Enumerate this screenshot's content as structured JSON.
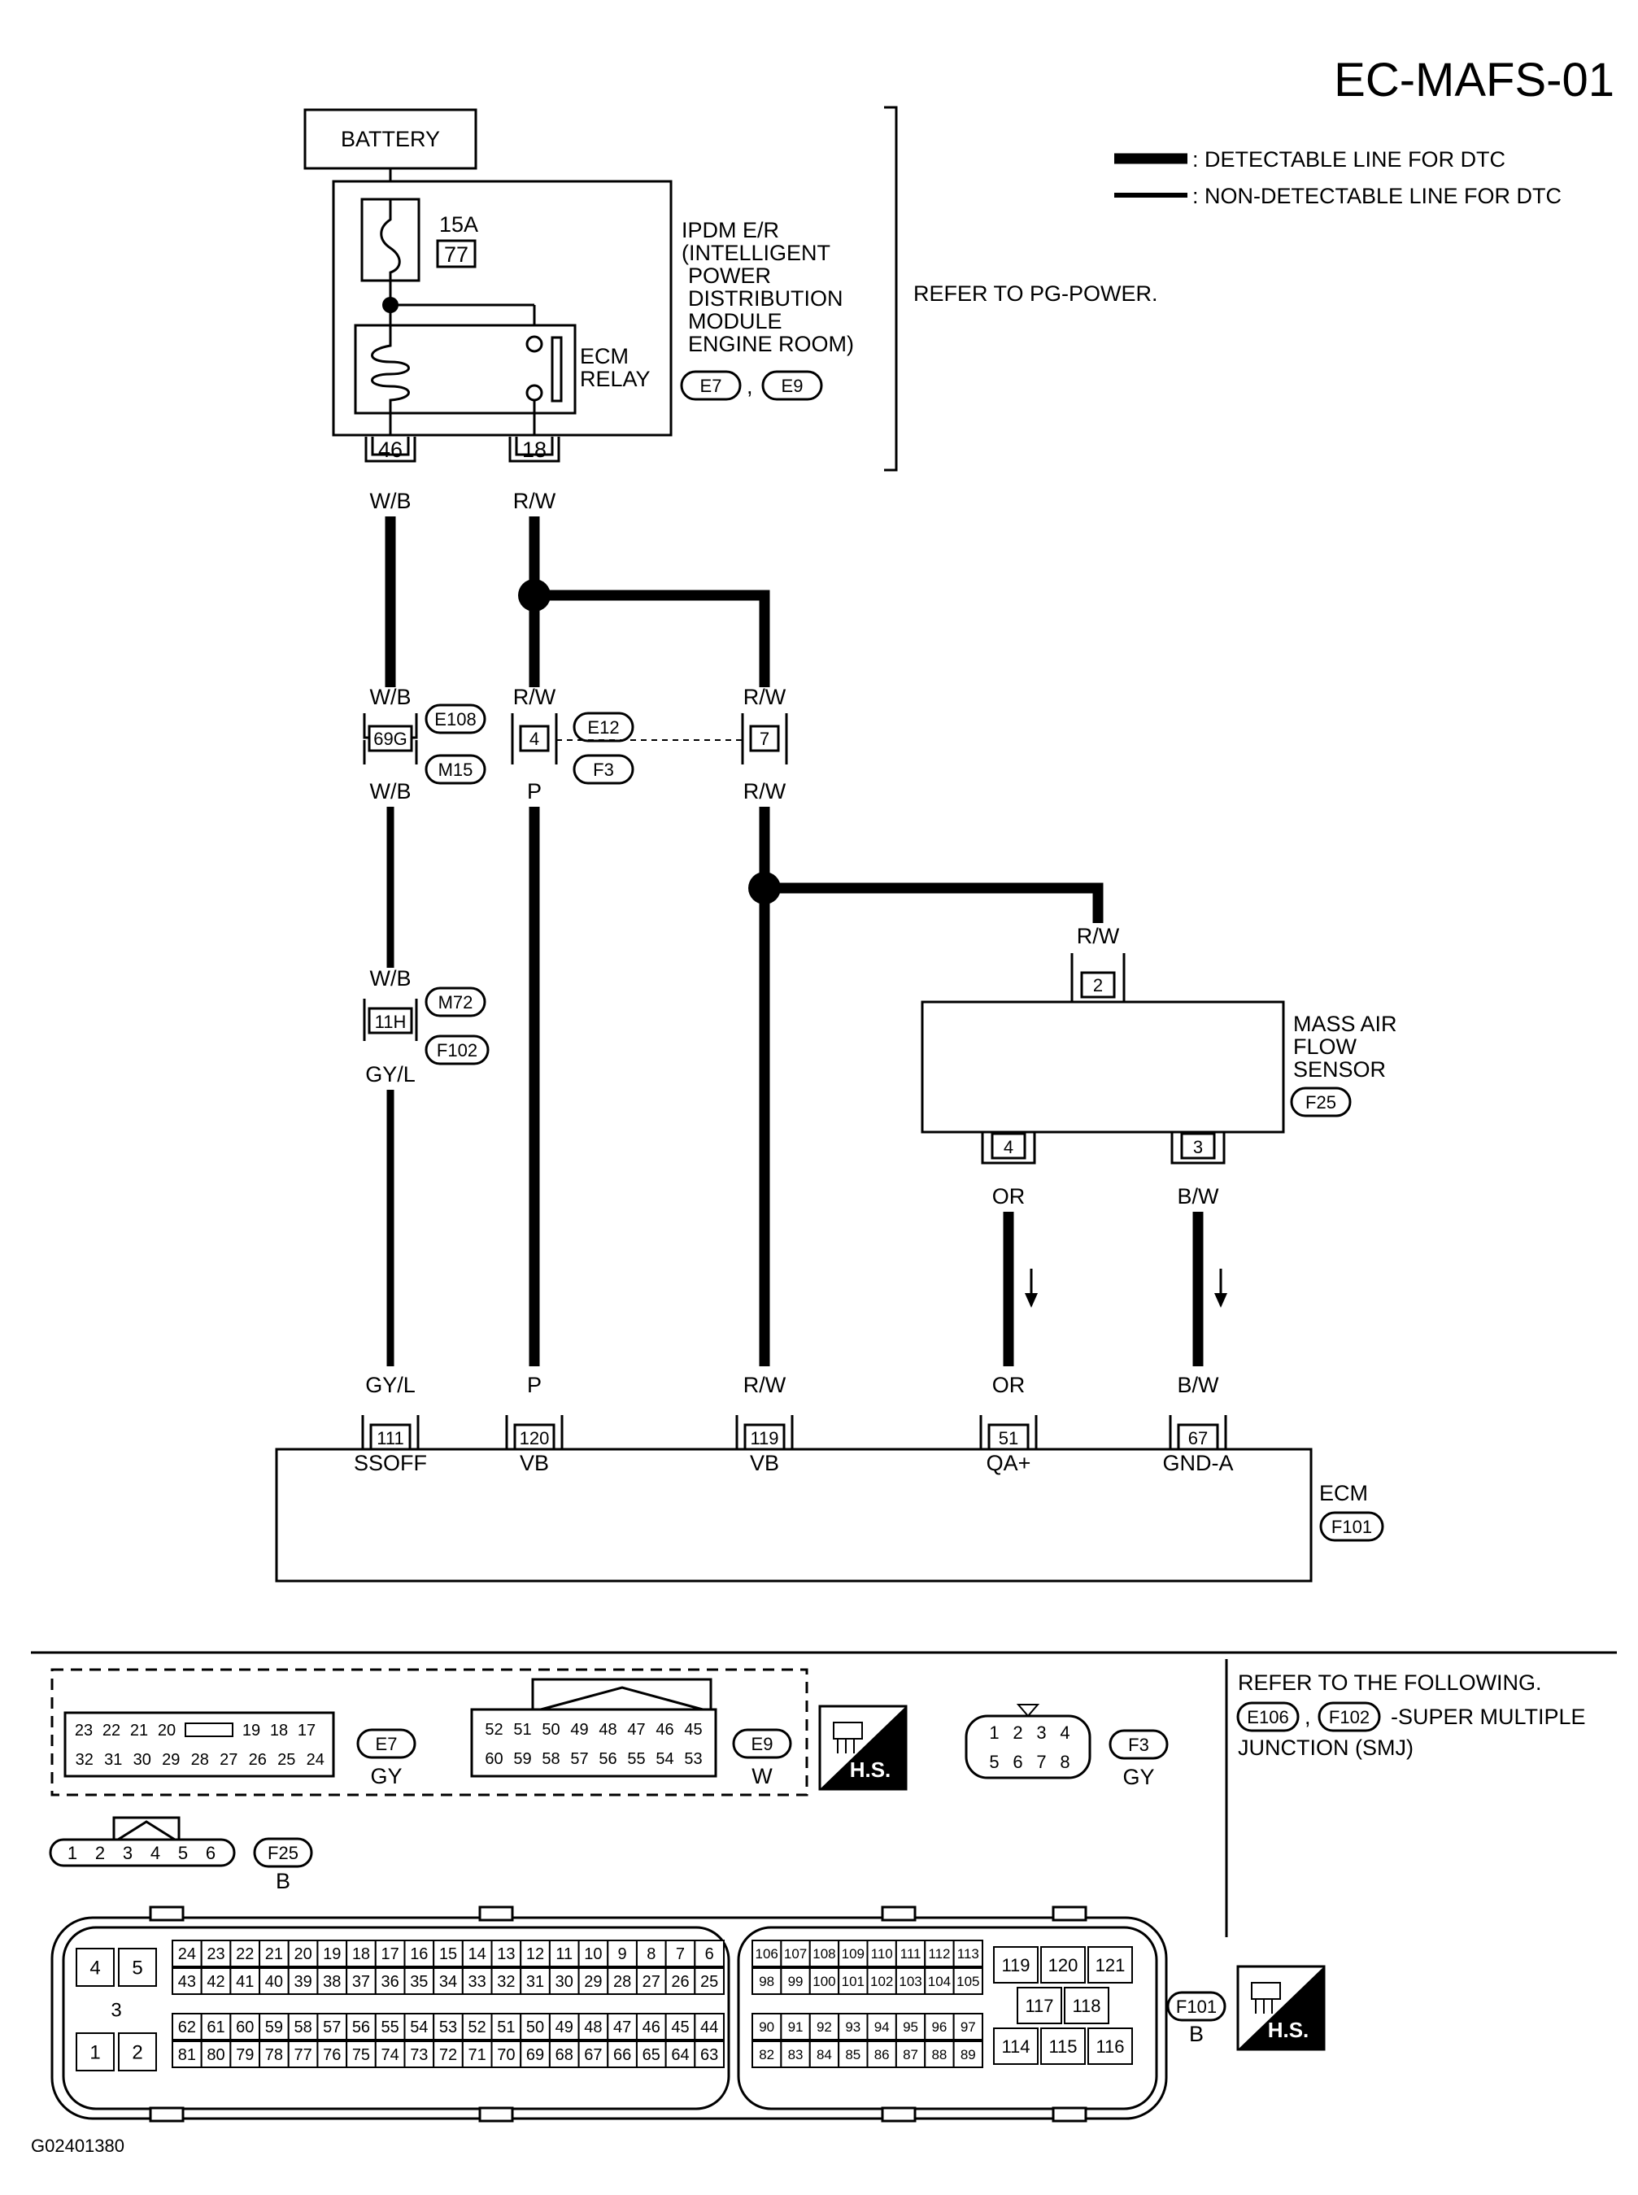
{
  "page_id": "EC-MAFS-01",
  "legend": {
    "detectable": ": DETECTABLE LINE FOR DTC",
    "non_detectable": ": NON-DETECTABLE LINE FOR DTC"
  },
  "battery": "BATTERY",
  "fuse": {
    "rating": "15A",
    "number": "77"
  },
  "ipdm": {
    "lines": [
      "IPDM E/R",
      "(INTELLIGENT",
      "POWER",
      "DISTRIBUTION",
      "MODULE",
      "ENGINE ROOM)"
    ],
    "conn1": "E7",
    "sep": ",",
    "conn2": "E9",
    "relay_line1": "ECM",
    "relay_line2": "RELAY",
    "pin_a": "46",
    "pin_b": "18"
  },
  "refer_pg": "REFER TO PG-POWER.",
  "wires": {
    "wb": "W/B",
    "rw": "R/W",
    "p": "P",
    "gyl": "GY/L",
    "or": "OR",
    "bw": "B/W"
  },
  "connectors": {
    "j69g": "69G",
    "e108": "E108",
    "m15": "M15",
    "j4": "4",
    "j7": "7",
    "e12": "E12",
    "f3": "F3",
    "j11h": "11H",
    "m72": "M72",
    "f102": "F102"
  },
  "maf": {
    "lines": [
      "MASS AIR",
      "FLOW",
      "SENSOR"
    ],
    "conn": "F25",
    "pin_top": "2",
    "pin_4": "4",
    "pin_3": "3"
  },
  "ecm": {
    "name": "ECM",
    "conn": "F101",
    "pins": [
      "111",
      "120",
      "119",
      "51",
      "67"
    ],
    "terminals": [
      "SSOFF",
      "VB",
      "VB",
      "QA+",
      "GND-A"
    ]
  },
  "bottom": {
    "e7": {
      "row1": [
        "23",
        "22",
        "21",
        "20",
        "",
        "19",
        "18",
        "17"
      ],
      "row2": [
        "32",
        "31",
        "30",
        "29",
        "28",
        "27",
        "26",
        "25",
        "24"
      ],
      "id": "E7",
      "color": "GY"
    },
    "e9": {
      "row1": [
        "52",
        "51",
        "50",
        "49",
        "48",
        "47",
        "46",
        "45"
      ],
      "row2": [
        "60",
        "59",
        "58",
        "57",
        "56",
        "55",
        "54",
        "53"
      ],
      "id": "E9",
      "color": "W"
    },
    "hs": "H.S.",
    "f3": {
      "row1": [
        "1",
        "2",
        "3",
        "4"
      ],
      "row2": [
        "5",
        "6",
        "7",
        "8"
      ],
      "id": "F3",
      "color": "GY"
    },
    "refer": {
      "line1": "REFER TO THE FOLLOWING.",
      "c1": "E106",
      "sep": ",",
      "c2": "F102",
      "line2": "-SUPER MULTIPLE",
      "line3": "JUNCTION (SMJ)"
    },
    "f25": {
      "pins": [
        "1",
        "2",
        "3",
        "4",
        "5",
        "6"
      ],
      "id": "F25",
      "color": "B"
    },
    "f101": {
      "id": "F101",
      "color": "B",
      "left_block": [
        "4",
        "5",
        "3",
        "1",
        "2"
      ],
      "a1": [
        "24",
        "23",
        "22",
        "21",
        "20",
        "19",
        "18",
        "17",
        "16",
        "15",
        "14",
        "13",
        "12",
        "11",
        "10",
        "9",
        "8",
        "7",
        "6"
      ],
      "a2": [
        "43",
        "42",
        "41",
        "40",
        "39",
        "38",
        "37",
        "36",
        "35",
        "34",
        "33",
        "32",
        "31",
        "30",
        "29",
        "28",
        "27",
        "26",
        "25"
      ],
      "a3": [
        "62",
        "61",
        "60",
        "59",
        "58",
        "57",
        "56",
        "55",
        "54",
        "53",
        "52",
        "51",
        "50",
        "49",
        "48",
        "47",
        "46",
        "45",
        "44"
      ],
      "a4": [
        "81",
        "80",
        "79",
        "78",
        "77",
        "76",
        "75",
        "74",
        "73",
        "72",
        "71",
        "70",
        "69",
        "68",
        "67",
        "66",
        "65",
        "64",
        "63"
      ],
      "b1": [
        "106",
        "107",
        "108",
        "109",
        "110",
        "111",
        "112",
        "113"
      ],
      "b2": [
        "98",
        "99",
        "100",
        "101",
        "102",
        "103",
        "104",
        "105"
      ],
      "b3": [
        "90",
        "91",
        "92",
        "93",
        "94",
        "95",
        "96",
        "97"
      ],
      "b4": [
        "82",
        "83",
        "84",
        "85",
        "86",
        "87",
        "88",
        "89"
      ],
      "c": [
        "119",
        "120",
        "121",
        "117",
        "118",
        "114",
        "115",
        "116"
      ]
    },
    "code": "G02401380"
  }
}
